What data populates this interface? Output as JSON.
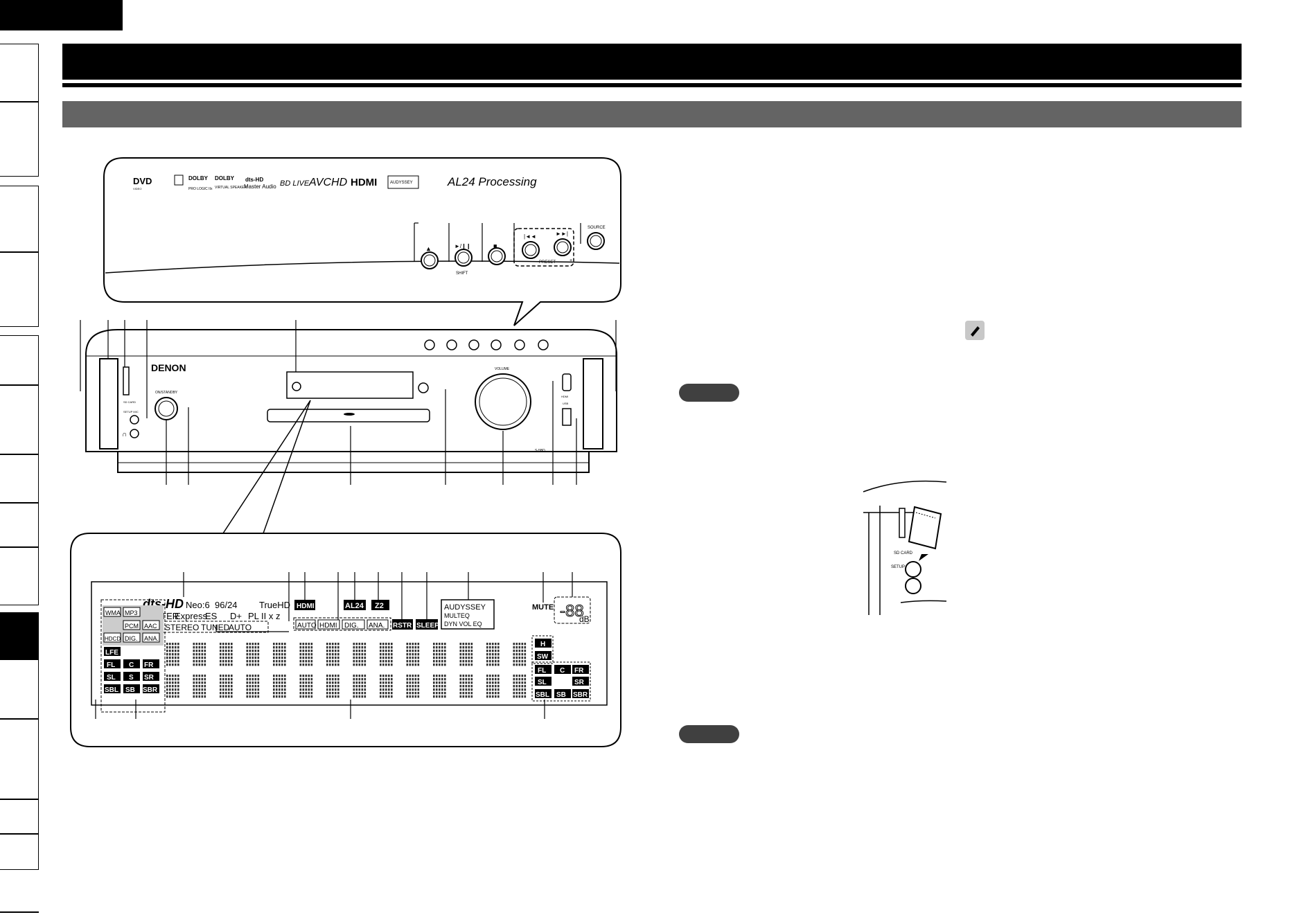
{
  "header": {
    "title": "",
    "subtitle": ""
  },
  "closeup_panel": {
    "logos": [
      "DVD",
      "DOLBY",
      "DOLBY",
      "dts-HD",
      "BD LIVE",
      "AVCHD",
      "HDMI",
      "AUDYSSEY",
      "AL24 Processing"
    ],
    "logo_small": {
      "dvd_sub": "VIDEO",
      "dolby1_sub": "PRO LOGIC IIx",
      "dolby2_sub": "VIRTUAL SPEAKER",
      "dts_sub": "Master Audio"
    },
    "buttons": {
      "eject": "▲",
      "play_pause": "►/❙❙",
      "shift": "SHIFT",
      "stop": "■",
      "prev": "|◄◄",
      "next": "►►|",
      "preset": "PRESET",
      "minus": "−",
      "plus": "+",
      "source": "SOURCE"
    }
  },
  "device": {
    "brand": "DENON",
    "on_standby": "ON/STANDBY",
    "sd_card": "SD CARD",
    "setup_mic": "SETUP MIC",
    "volume": "VOLUME",
    "hdmi": "HDMI",
    "usb": "USB",
    "model": "S-5BD"
  },
  "display": {
    "line1": [
      "dts-HD",
      "Neo:6",
      "96/24",
      "TrueHD"
    ],
    "line2": [
      "MASTER",
      "Express",
      "ES",
      "D+",
      "PL II x z"
    ],
    "stereo": [
      "STEREO",
      "TUNED",
      "AUTO"
    ],
    "input_flags": [
      "HDMI",
      "AL24",
      "Z2"
    ],
    "input_modes": [
      "AUTO",
      "HDMI",
      "DIG.",
      "ANA."
    ],
    "rstr": "RSTR",
    "sleep": "SLEEP",
    "audyssey": [
      "AUDYSSEY",
      "MULTEQ",
      "DYN VOL EQ"
    ],
    "mute": "MUTE",
    "db": "dB",
    "formats": [
      "WMA",
      "MP3",
      "PCM",
      "AAC",
      "HDCD",
      "DIG.",
      "ANA."
    ],
    "lfe": "LFE",
    "ch_in": [
      [
        "FL",
        "C",
        "FR"
      ],
      [
        "SL",
        "S",
        "SR"
      ],
      [
        "SBL",
        "SB",
        "SBR"
      ]
    ],
    "ch_out_h": "H",
    "ch_out_sw": "SW",
    "ch_out": [
      [
        "FL",
        "C",
        "FR"
      ],
      [
        "SL",
        "",
        "SR"
      ],
      [
        "SBL",
        "SB",
        "SBR"
      ]
    ]
  },
  "sd_illustration": {
    "sd_card": "SD CARD",
    "setup_mic": "SETUP MIC"
  },
  "colors": {
    "black": "#000000",
    "header_gray": "#646464",
    "pill": "#404040"
  }
}
